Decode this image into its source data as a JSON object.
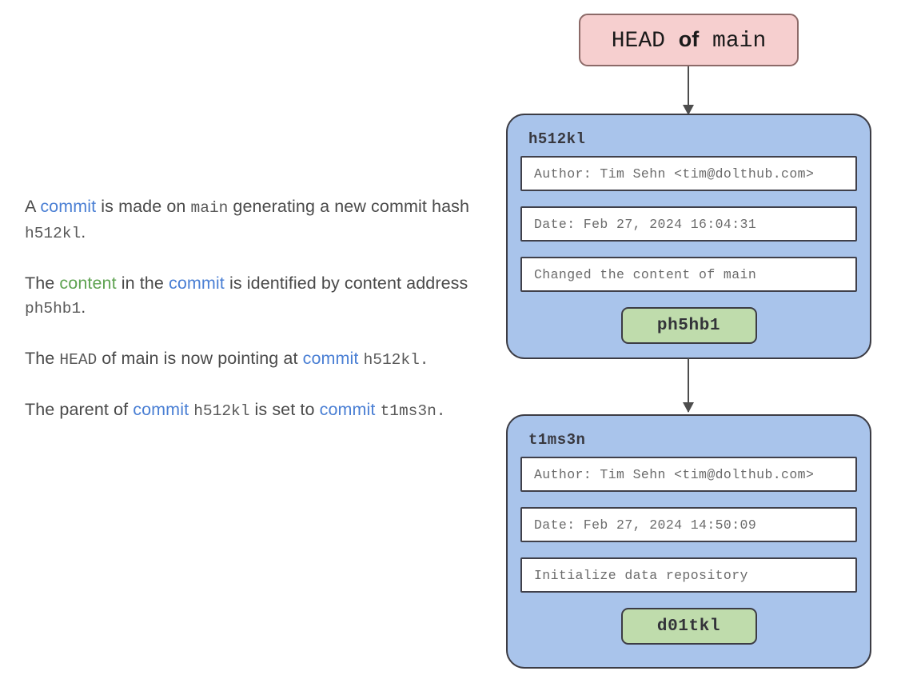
{
  "diagram": {
    "head_pointer": {
      "name": "HEAD of main",
      "prefix": "HEAD ",
      "emphasis": "of",
      "suffix": " main",
      "fill_color": "#f6cfcf",
      "border_color": "#8c6a68"
    },
    "colors": {
      "commit_card_fill": "#a9c4eb",
      "commit_card_border": "#3c3c44",
      "hash_badge_fill": "#bfdcac",
      "field_fill": "#ffffff",
      "arrow_color": "#4d4d4d",
      "link_blue": "#4a7fd4",
      "link_green": "#5fa352",
      "prose_gray": "#4a4a4a"
    },
    "commits": [
      {
        "hash": "h512kl",
        "fields": [
          "Author: Tim Sehn <tim@dolthub.com>",
          "Date: Feb 27, 2024 16:04:31",
          "Changed the content of main"
        ],
        "content_address": "ph5hb1"
      },
      {
        "hash": "t1ms3n",
        "fields": [
          "Author: Tim Sehn <tim@dolthub.com>",
          "Date: Feb 27, 2024 14:50:09",
          "Initialize data repository"
        ],
        "content_address": "d01tkl"
      }
    ]
  },
  "prose": {
    "paragraphs": [
      {
        "id": "p1",
        "segments": [
          {
            "text": "A ",
            "style": "plain"
          },
          {
            "text": "commit",
            "style": "blue"
          },
          {
            "text": " is made on ",
            "style": "plain"
          },
          {
            "text": "main",
            "style": "mono"
          },
          {
            "text": " generating a new commit hash ",
            "style": "plain"
          },
          {
            "text": "h512kl",
            "style": "mono"
          },
          {
            "text": ".",
            "style": "plain"
          }
        ]
      },
      {
        "id": "p2",
        "segments": [
          {
            "text": "The ",
            "style": "plain"
          },
          {
            "text": "content",
            "style": "green"
          },
          {
            "text": " in the ",
            "style": "plain"
          },
          {
            "text": "commit",
            "style": "blue"
          },
          {
            "text": " is identified by content address ",
            "style": "plain"
          },
          {
            "text": "ph5hb1",
            "style": "mono"
          },
          {
            "text": ".",
            "style": "plain"
          }
        ]
      },
      {
        "id": "p3",
        "segments": [
          {
            "text": "The ",
            "style": "plain"
          },
          {
            "text": "HEAD",
            "style": "mono"
          },
          {
            "text": " of main is now pointing at ",
            "style": "plain"
          },
          {
            "text": "commit",
            "style": "blue"
          },
          {
            "text": " ",
            "style": "plain"
          },
          {
            "text": "h512kl",
            "style": "mono"
          },
          {
            "text": ".",
            "style": "mono"
          }
        ]
      },
      {
        "id": "p4",
        "segments": [
          {
            "text": "The parent of ",
            "style": "plain"
          },
          {
            "text": "commit",
            "style": "blue"
          },
          {
            "text": " ",
            "style": "plain"
          },
          {
            "text": "h512kl",
            "style": "mono"
          },
          {
            "text": " is set to ",
            "style": "plain"
          },
          {
            "text": "commit",
            "style": "blue"
          },
          {
            "text": " ",
            "style": "plain"
          },
          {
            "text": "t1ms3n",
            "style": "mono"
          },
          {
            "text": ".",
            "style": "mono"
          }
        ]
      }
    ]
  }
}
